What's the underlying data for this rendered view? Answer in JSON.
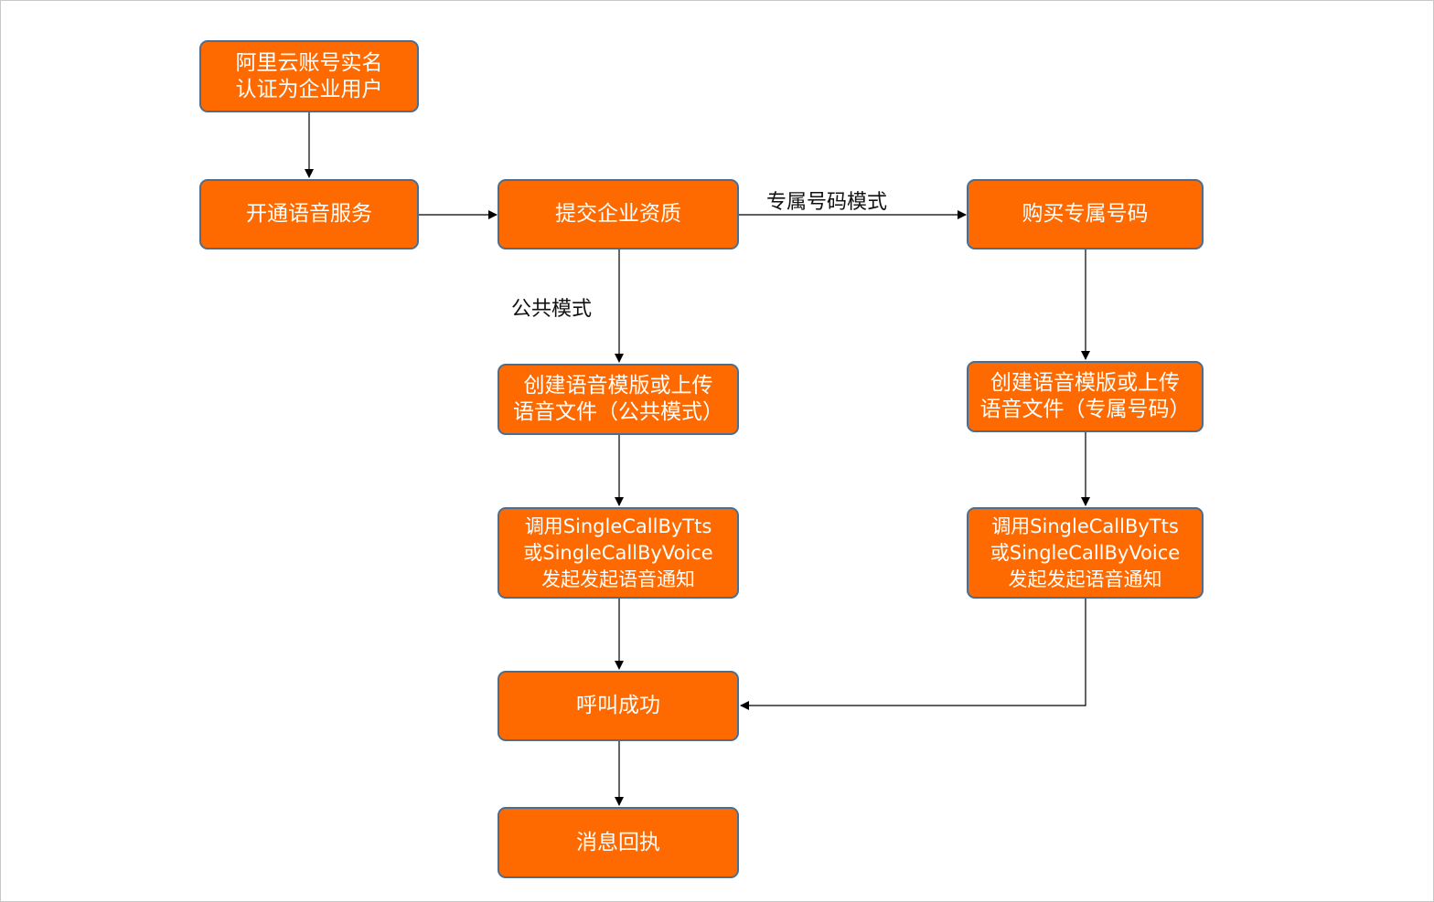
{
  "nodes": {
    "realname": {
      "lines": [
        "阿里云账号实名",
        "认证为企业用户"
      ]
    },
    "open_service": {
      "lines": [
        "开通语音服务"
      ]
    },
    "submit_qualification": {
      "lines": [
        "提交企业资质"
      ]
    },
    "buy_number": {
      "lines": [
        "购买专属号码"
      ]
    },
    "create_public": {
      "lines": [
        "创建语音模版或上传",
        "语音文件（公共模式）"
      ]
    },
    "create_dedicated": {
      "lines": [
        "创建语音模版或上传",
        "语音文件（专属号码）"
      ]
    },
    "call_public": {
      "lines": [
        "调用SingleCallByTts",
        "或SingleCallByVoice",
        "发起发起语音通知"
      ]
    },
    "call_dedicated": {
      "lines": [
        "调用SingleCallByTts",
        "或SingleCallByVoice",
        "发起发起语音通知"
      ]
    },
    "call_success": {
      "lines": [
        "呼叫成功"
      ]
    },
    "receipt": {
      "lines": [
        "消息回执"
      ]
    }
  },
  "edge_labels": {
    "dedicated_mode": "专属号码模式",
    "public_mode": "公共模式"
  },
  "colors": {
    "node_fill": "#ff6a00",
    "node_border": "#4a6e92",
    "node_text": "#ffffff",
    "line": "#000000"
  }
}
